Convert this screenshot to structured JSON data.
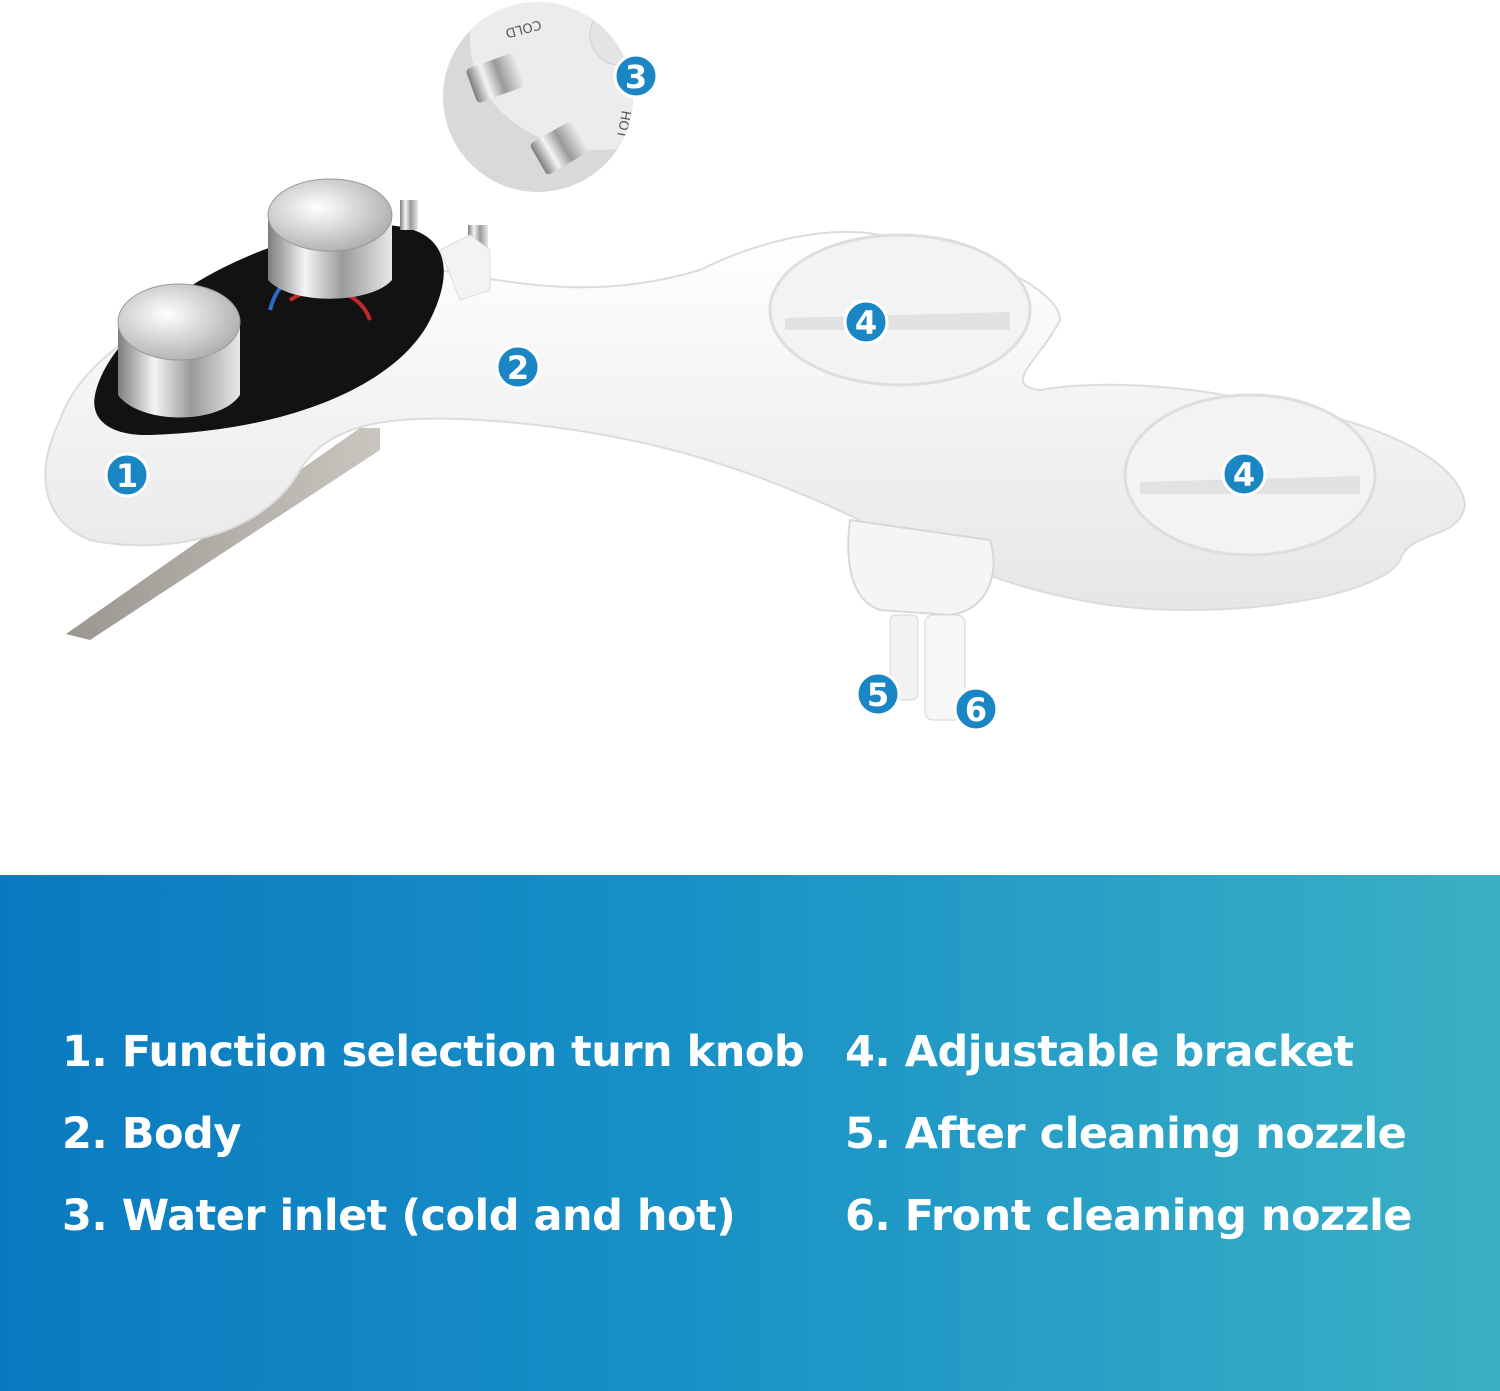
{
  "markers": [
    "1",
    "2",
    "3",
    "4",
    "4",
    "5",
    "6"
  ],
  "inset": {
    "cold_label": "COLD",
    "hot_label": "HOT"
  },
  "legend": {
    "left": [
      "1. Function selection turn knob",
      "2. Body",
      "3. Water inlet (cold and hot)"
    ],
    "right": [
      "4. Adjustable bracket",
      "5. After cleaning nozzle",
      "6. Front cleaning nozzle"
    ]
  },
  "colors": {
    "marker": "#1a86c4",
    "banner_start": "#0a7ac0",
    "banner_end": "#3ab0c4"
  }
}
